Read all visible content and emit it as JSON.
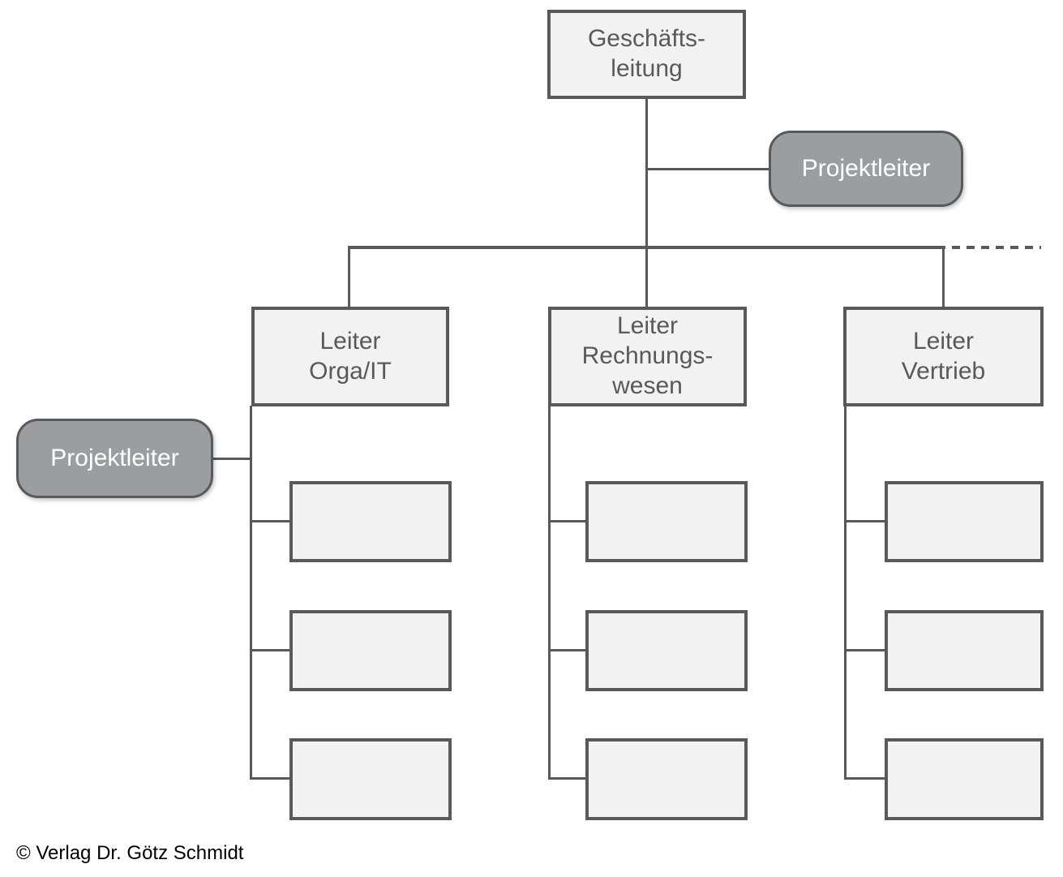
{
  "page": {
    "copyright": "© Verlag Dr. Götz Schmidt"
  },
  "colors": {
    "background": "#ffffff",
    "box_fill": "#f2f2f2",
    "box_border": "#58595b",
    "box_text": "#595959",
    "staff_fill": "#9b9ea1",
    "staff_border": "#58595b",
    "staff_text": "#ffffff",
    "connector": "#58595b",
    "copyright_text": "#000000"
  },
  "org_chart": {
    "type": "hierarchy",
    "root": {
      "label": "Geschäftsleitung",
      "display_lines": [
        "Geschäfts-",
        "leitung"
      ]
    },
    "staff_units": [
      {
        "label": "Projektleiter",
        "attached_to": "Geschäftsleitung"
      },
      {
        "label": "Projektleiter",
        "attached_to": "Leiter Orga/IT"
      }
    ],
    "departments": [
      {
        "label": "Leiter Orga/IT",
        "display_lines": [
          "Leiter",
          "Orga/IT"
        ],
        "subordinates": [
          "",
          "",
          ""
        ]
      },
      {
        "label": "Leiter Rechnungswesen",
        "display_lines": [
          "Leiter",
          "Rechnungs-",
          "wesen"
        ],
        "subordinates": [
          "",
          "",
          ""
        ]
      },
      {
        "label": "Leiter Vertrieb",
        "display_lines": [
          "Leiter",
          "Vertrieb"
        ],
        "subordinates": [
          "",
          "",
          ""
        ]
      }
    ],
    "has_dashed_continuation_right": true
  }
}
